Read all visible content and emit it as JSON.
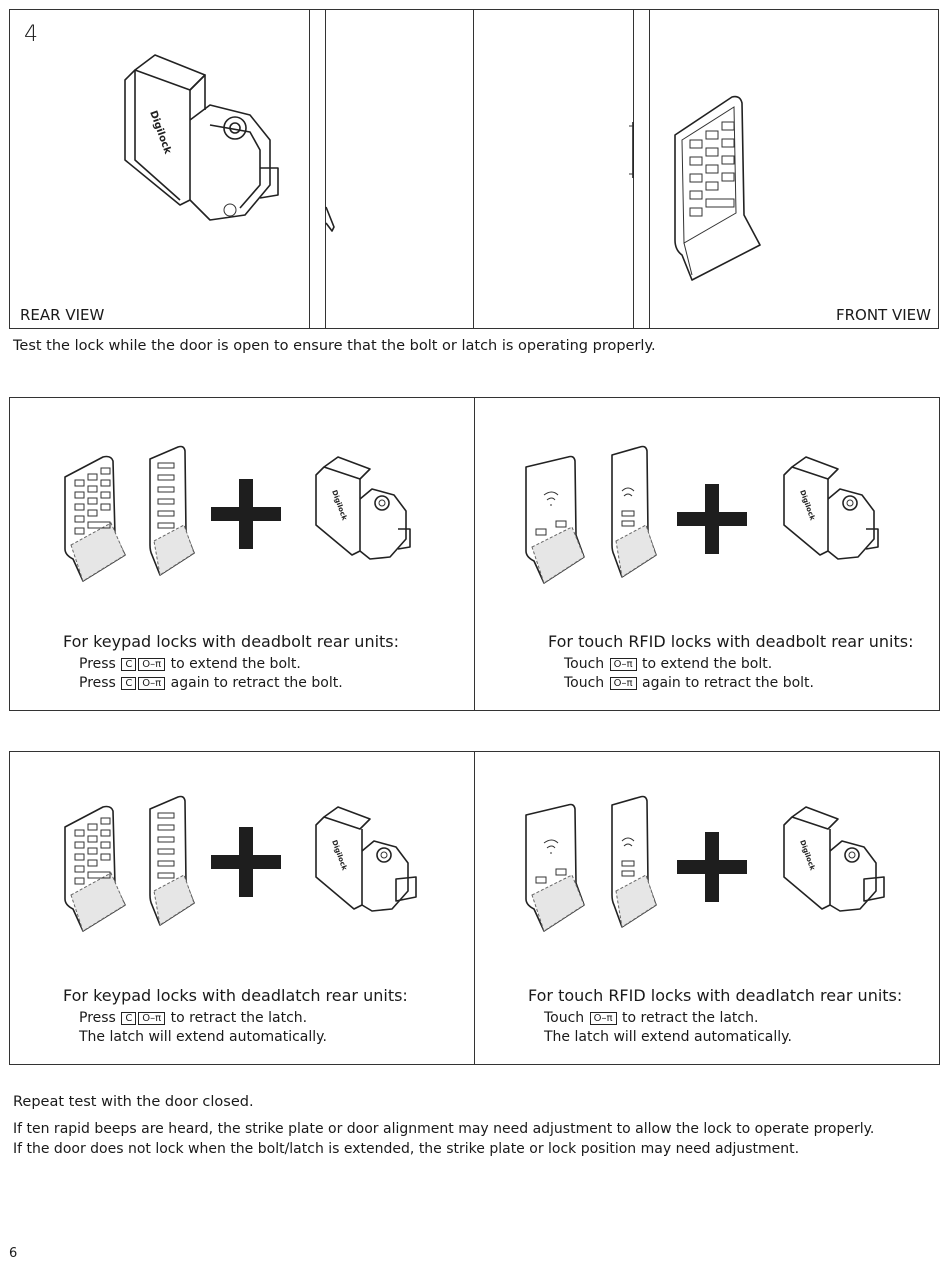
{
  "step_number": "4",
  "top_panel": {
    "rear_view_label": "REAR VIEW",
    "front_view_label": "FRONT VIEW",
    "brand_text": "Digilock"
  },
  "test_open_text": "Test the lock while the door is open to ensure that the bolt or latch is operating properly.",
  "panels": [
    {
      "title": "For keypad locks with deadbolt rear units:",
      "line1_prefix": "Press",
      "line1_suffix": "to extend the bolt.",
      "line2_prefix": "Press",
      "line2_suffix": "again to retract the bolt.",
      "keys": [
        "C"
      ]
    },
    {
      "title": "For touch RFID locks with deadbolt rear units:",
      "line1_prefix": "Touch",
      "line1_suffix": "to extend the bolt.",
      "line2_prefix": "Touch",
      "line2_suffix": "again to retract the bolt."
    },
    {
      "title": "For keypad locks with deadlatch rear units:",
      "line1_prefix": "Press",
      "line1_suffix": "to retract the latch.",
      "line2": "The latch will extend automatically.",
      "keys": [
        "C"
      ]
    },
    {
      "title": "For touch RFID locks with deadlatch rear units:",
      "line1_prefix": "Touch",
      "line1_suffix": "to retract the latch.",
      "line2": "The latch will extend automatically."
    }
  ],
  "key_icon_glyph": "O–π",
  "repeat_text": "Repeat test with the door closed.",
  "beeps_text": "If ten rapid beeps are heard, the strike plate or door alignment may need adjustment to allow the lock to operate properly.",
  "door_text": "If the door does not lock when the bolt/latch is extended, the strike plate or lock position may need adjustment.",
  "page_number": "6"
}
